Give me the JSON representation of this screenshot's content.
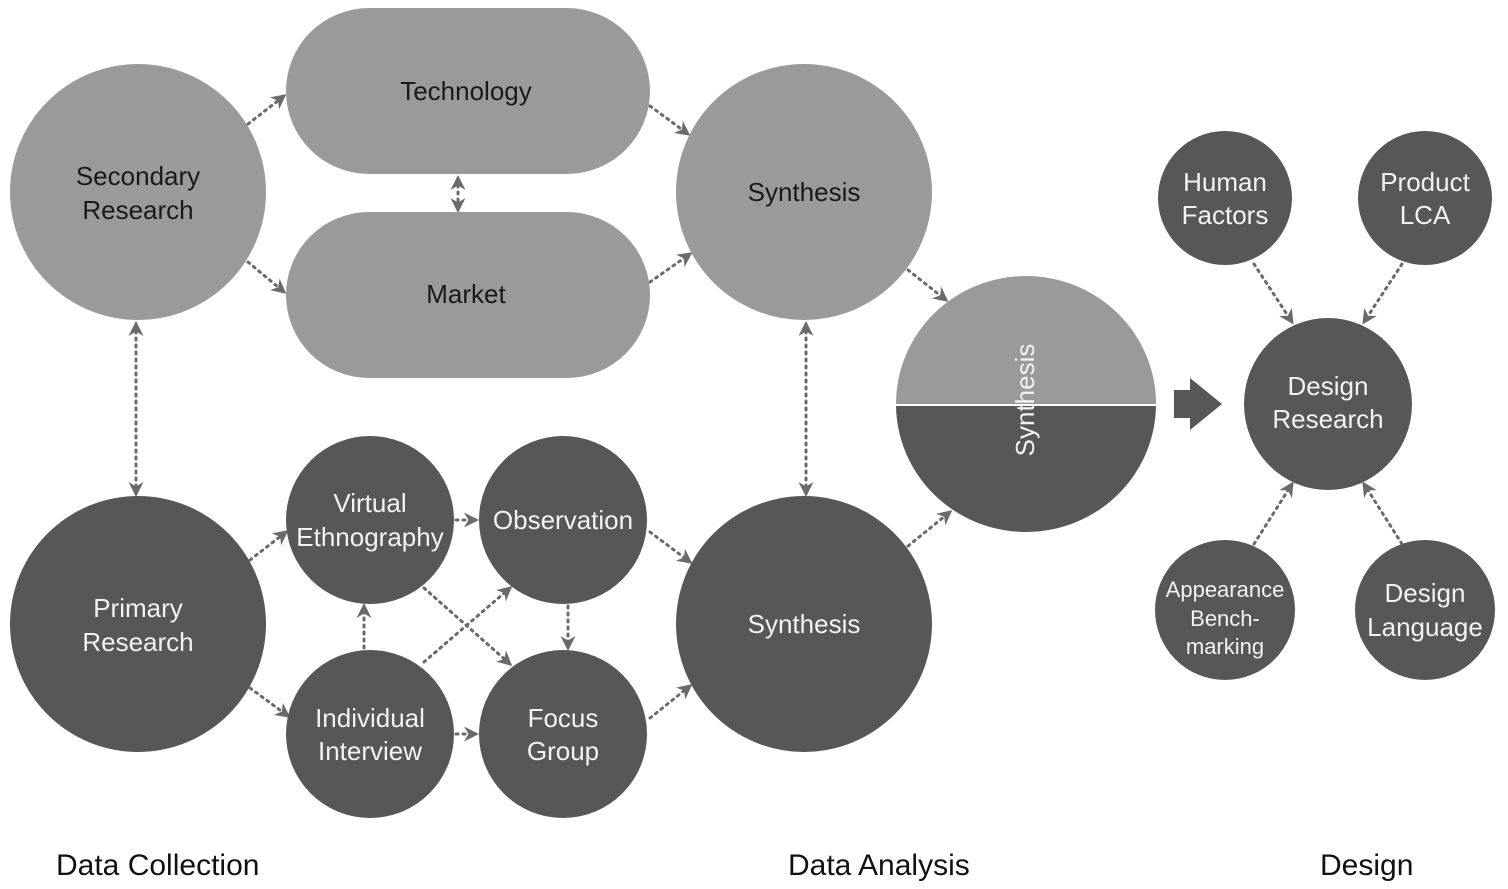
{
  "nodes": {
    "secondary_research": [
      "Secondary",
      "Research"
    ],
    "technology": "Technology",
    "market": "Market",
    "synthesis_top": "Synthesis",
    "primary_research": [
      "Primary",
      "Research"
    ],
    "virtual_ethnography": [
      "Virtual",
      "Ethnography"
    ],
    "observation": "Observation",
    "individual_interview": [
      "Individual",
      "Interview"
    ],
    "focus_group": [
      "Focus",
      "Group"
    ],
    "synthesis_bottom": "Synthesis",
    "synthesis_combined": "Synthesis",
    "design_research": [
      "Design",
      "Research"
    ],
    "human_factors": [
      "Human",
      "Factors"
    ],
    "product_lca": [
      "Product",
      "LCA"
    ],
    "appearance_benchmarking": [
      "Appearance",
      "Bench-",
      "marking"
    ],
    "design_language": [
      "Design",
      "Language"
    ]
  },
  "sections": {
    "data_collection": "Data Collection",
    "data_analysis": "Data Analysis",
    "design": "Design"
  },
  "colors": {
    "light_node": "#9a9a9a",
    "dark_node": "#575757",
    "edge": "#6a6a6a"
  }
}
